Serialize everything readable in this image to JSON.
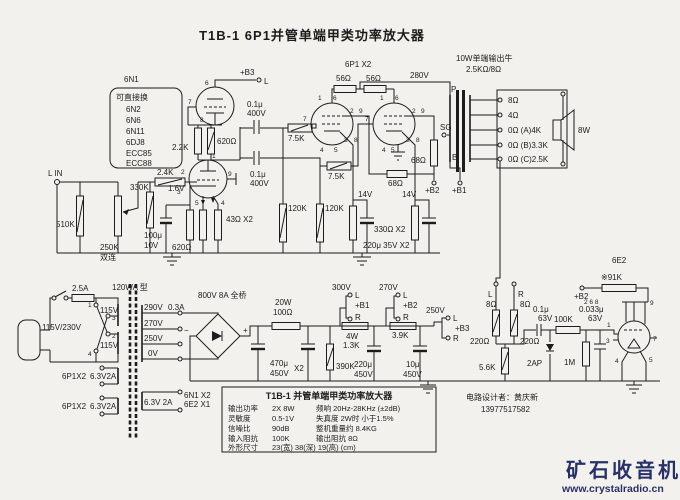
{
  "title": "T1B-1 6P1并管单端甲类功率放大器",
  "colors": {
    "background": "#f3f1ed",
    "ink": "#1c1c1c",
    "watermark": "#273168"
  },
  "preamp": {
    "tube": "6N1",
    "replace_title": "可直接换",
    "replacements": [
      "6N2",
      "6N6",
      "6N11",
      "6DJ8",
      "ECC85",
      "ECC88"
    ],
    "in_label": "L IN",
    "r_510k": "510K",
    "pot_a": "250K",
    "pot_b": "双连",
    "r_330k": "330K",
    "c_100u": "100μ",
    "c_100u_v": "10V",
    "r_620_2": "620Ω",
    "r_2k4": "2.4K",
    "v_bias": "1.6V",
    "r_2k2": "2.2K",
    "r_620_1": "620Ω",
    "b3": "+B3",
    "b3_l": "L",
    "r_43": "43Ω X2"
  },
  "power_stage": {
    "tubes": "6P1 X2",
    "r56_1": "56Ω",
    "r56_2": "56Ω",
    "v280": "280V",
    "c1a": "0.1μ",
    "c1b": "400V",
    "c2a": "0.1μ",
    "c2b": "400V",
    "r7k5_1": "7.5K",
    "r7k5_2": "7.5K",
    "r120k_1": "120K",
    "r120k_2": "120K",
    "v14_1": "14V",
    "v14_2": "14V",
    "r330": "330Ω X2",
    "c220u": "220μ 35V X2",
    "r68_h": "68Ω",
    "r68_v": "68Ω",
    "b2": "+B2",
    "b1": "+B1"
  },
  "output_transformer": {
    "l1": "10W单端输出牛",
    "l2": "2.5KΩ/8Ω",
    "p": "P",
    "sg": "SG",
    "b": "B",
    "taps": [
      "8Ω",
      "4Ω",
      "0Ω (A)4K",
      "0Ω (B)3.3K",
      "0Ω (C)2.5K"
    ],
    "spk": "8W"
  },
  "psu": {
    "trans": "120WA 型",
    "fuse": "2.5A",
    "mains": "115V/230V",
    "p115a": "115V",
    "p115b": "115V",
    "s290": "290V",
    "s03": "0.3A",
    "s270": "270V",
    "s250": "250V",
    "s0": "0V",
    "f1a": "6P1X2",
    "f1b": "6.3V2A",
    "f2a": "6P1X2",
    "f2b": "6.3V2A",
    "f3": "6.3V 2A",
    "f3a": "6N1 X2",
    "f3b": "6E2 X1",
    "bridge": "800V 8A 全桥",
    "plus": "+",
    "minus": "−",
    "r100a": "20W",
    "r100b": "100Ω",
    "c470a": "470μ",
    "c470b": "450V",
    "c470x": "X2",
    "v300": "300V",
    "t1l": "L",
    "t1": "+B1",
    "t1r": "R",
    "r13a": "4W",
    "r13b": "1.3K",
    "r390k": "390K",
    "c220a": "220μ",
    "c220b": "450V",
    "v270": "270V",
    "t2l": "L",
    "t2": "+B2",
    "t2r": "R",
    "r39": "3.9K",
    "c10a": "10μ",
    "c10b": "450V",
    "v250": "250V",
    "t3l": "L",
    "t3": "+B3",
    "t3r": "R"
  },
  "indicator": {
    "tube": "6E2",
    "inl": "L",
    "inl_o": "8Ω",
    "inr": "R",
    "inr_o": "8Ω",
    "r220_1": "220Ω",
    "r220_2": "220Ω",
    "r5k6": "5.6K",
    "c01a": "0.1μ",
    "c01b": "63V",
    "d": "2AP",
    "r100k": "100K",
    "r1m": "1M",
    "c033a": "0.033μ",
    "c033b": "63V",
    "r91k": "※91K",
    "b2": "+B2"
  },
  "pins": [
    "6",
    "7",
    "8",
    "1",
    "2",
    "9",
    "3",
    "5",
    "4",
    "1",
    "6",
    "7",
    "2",
    "9",
    "3",
    "8",
    "4",
    "5",
    "1",
    "6",
    "7",
    "2",
    "9",
    "3",
    "8",
    "4",
    "5",
    "1",
    "3",
    "2",
    "4",
    "2 6 8",
    "9",
    "1",
    "3",
    "7",
    "4",
    "5"
  ],
  "spec": {
    "title": "T1B-1 并管单端甲类功率放大器",
    "rows": [
      [
        "输出功率",
        "2X 8W",
        "频响 20Hz-28KHz (±2dB)"
      ],
      [
        "灵敏度",
        "0.5-1V",
        "失真度 2W时 小于1.5%"
      ],
      [
        "信噪比",
        "90dB",
        "整机重量约 8.4KG"
      ],
      [
        "输入阻抗",
        "100K",
        "输出阻抗  8Ω"
      ],
      [
        "外形尺寸",
        "23(宽) 38(深) 19(高) (cm)",
        ""
      ]
    ]
  },
  "credits": {
    "designer": "电路设计者：黄庆新",
    "phone": "13977517582"
  },
  "watermark": {
    "name": "矿石收音机",
    "url": "www.crystalradio.cn"
  }
}
